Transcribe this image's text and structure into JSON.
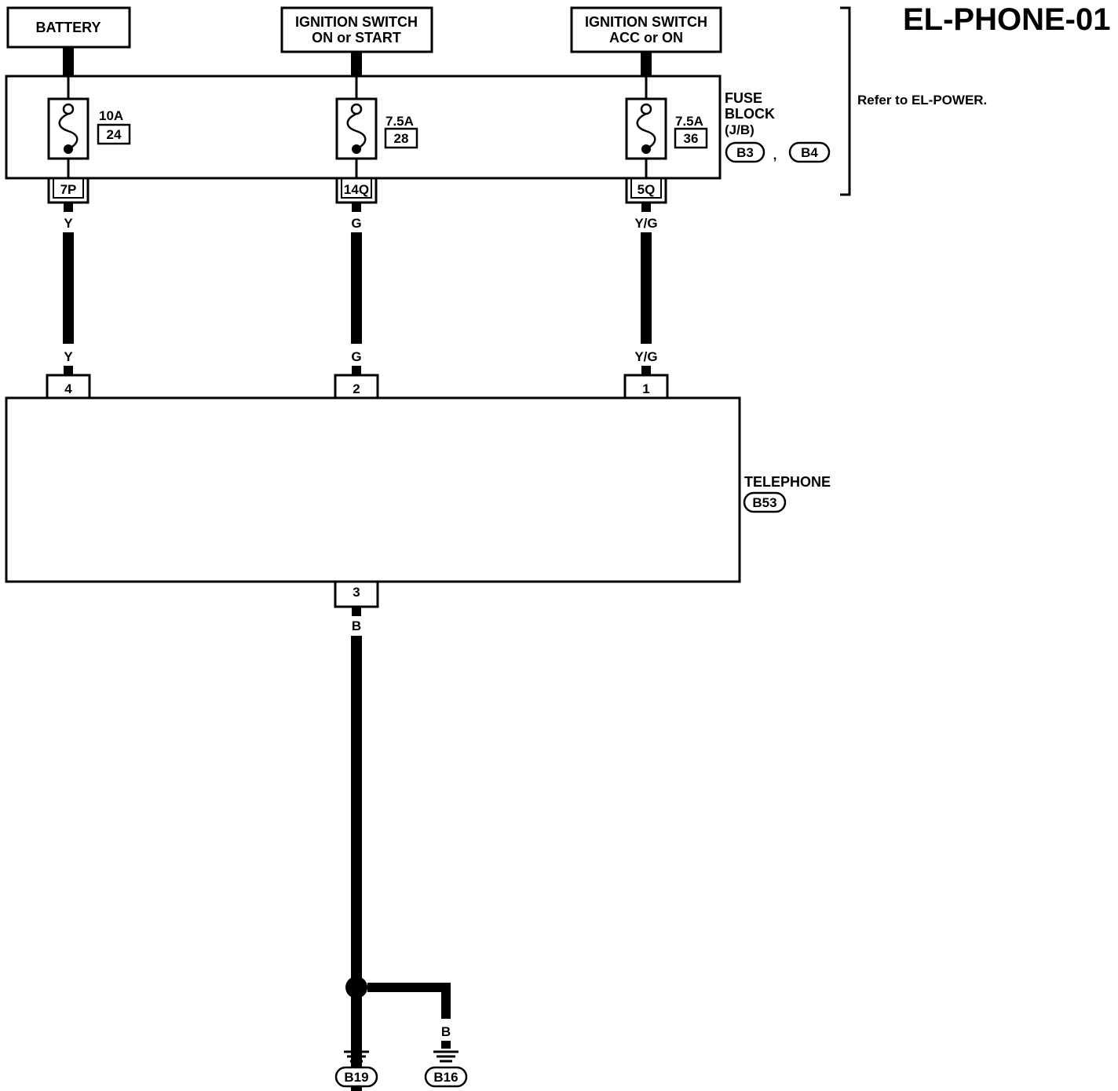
{
  "page": {
    "title": "EL-PHONE-01",
    "note": "Refer to EL-POWER."
  },
  "sources": {
    "battery": "BATTERY",
    "ign_start": {
      "line1": "IGNITION SWITCH",
      "line2": "ON or START"
    },
    "ign_acc": {
      "line1": "IGNITION SWITCH",
      "line2": "ACC or ON"
    }
  },
  "fuse_block": {
    "label_line1": "FUSE",
    "label_line2": "BLOCK",
    "label_line3": "(J/B)",
    "connector_a": "B3",
    "separator": ",",
    "connector_b": "B4",
    "fuses": [
      {
        "rating": "10A",
        "number": "24",
        "terminal": "7P"
      },
      {
        "rating": "7.5A",
        "number": "28",
        "terminal": "14Q"
      },
      {
        "rating": "7.5A",
        "number": "36",
        "terminal": "5Q"
      }
    ]
  },
  "wires": {
    "battery_top": "Y",
    "battery_bottom": "Y",
    "ign_start_top": "G",
    "ign_start_bottom": "G",
    "ign_acc_top": "Y/G",
    "ign_acc_bottom": "Y/G",
    "ground_left": "B",
    "ground_right": "B",
    "ground_main": "B"
  },
  "telephone": {
    "label": "TELEPHONE",
    "connector": "B53",
    "pins": {
      "battery": "4",
      "ign_start": "2",
      "ign_acc": "1",
      "ground": "3"
    }
  },
  "grounds": {
    "left": "B19",
    "right": "B16"
  }
}
